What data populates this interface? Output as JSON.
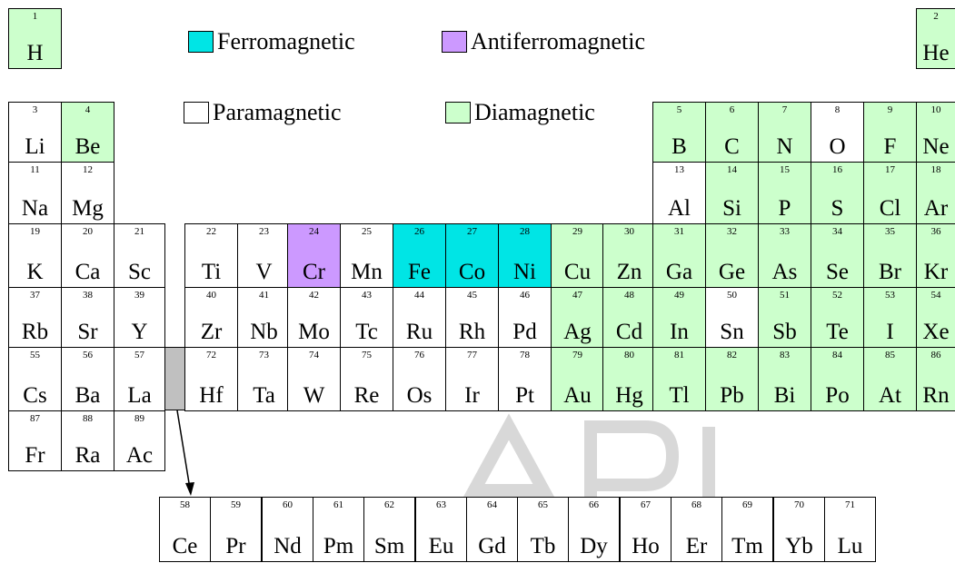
{
  "colors": {
    "ferromagnetic": "#00e5e5",
    "antiferromagnetic": "#cc99ff",
    "paramagnetic": "#ffffff",
    "diamagnetic": "#ccffcc",
    "gap": "#c0c0c0"
  },
  "legend": [
    {
      "label": "Ferromagnetic",
      "type": "ferromagnetic"
    },
    {
      "label": "Antiferromagnetic",
      "type": "antiferromagnetic"
    },
    {
      "label": "Paramagnetic",
      "type": "paramagnetic"
    },
    {
      "label": "Diamagnetic",
      "type": "diamagnetic"
    }
  ],
  "elements": [
    {
      "z": "1",
      "symbol": "H",
      "period": 1,
      "group": 1,
      "type": "diamagnetic"
    },
    {
      "z": "2",
      "symbol": "He",
      "period": 1,
      "group": 18,
      "type": "diamagnetic"
    },
    {
      "z": "3",
      "symbol": "Li",
      "period": 2,
      "group": 1,
      "type": "paramagnetic"
    },
    {
      "z": "4",
      "symbol": "Be",
      "period": 2,
      "group": 2,
      "type": "diamagnetic"
    },
    {
      "z": "5",
      "symbol": "B",
      "period": 2,
      "group": 13,
      "type": "diamagnetic"
    },
    {
      "z": "6",
      "symbol": "C",
      "period": 2,
      "group": 14,
      "type": "diamagnetic"
    },
    {
      "z": "7",
      "symbol": "N",
      "period": 2,
      "group": 15,
      "type": "diamagnetic"
    },
    {
      "z": "8",
      "symbol": "O",
      "period": 2,
      "group": 16,
      "type": "paramagnetic"
    },
    {
      "z": "9",
      "symbol": "F",
      "period": 2,
      "group": 17,
      "type": "diamagnetic"
    },
    {
      "z": "10",
      "symbol": "Ne",
      "period": 2,
      "group": 18,
      "type": "diamagnetic"
    },
    {
      "z": "11",
      "symbol": "Na",
      "period": 3,
      "group": 1,
      "type": "paramagnetic"
    },
    {
      "z": "12",
      "symbol": "Mg",
      "period": 3,
      "group": 2,
      "type": "paramagnetic"
    },
    {
      "z": "13",
      "symbol": "Al",
      "period": 3,
      "group": 13,
      "type": "paramagnetic"
    },
    {
      "z": "14",
      "symbol": "Si",
      "period": 3,
      "group": 14,
      "type": "diamagnetic"
    },
    {
      "z": "15",
      "symbol": "P",
      "period": 3,
      "group": 15,
      "type": "diamagnetic"
    },
    {
      "z": "16",
      "symbol": "S",
      "period": 3,
      "group": 16,
      "type": "diamagnetic"
    },
    {
      "z": "17",
      "symbol": "Cl",
      "period": 3,
      "group": 17,
      "type": "diamagnetic"
    },
    {
      "z": "18",
      "symbol": "Ar",
      "period": 3,
      "group": 18,
      "type": "diamagnetic"
    },
    {
      "z": "19",
      "symbol": "K",
      "period": 4,
      "group": 1,
      "type": "paramagnetic"
    },
    {
      "z": "20",
      "symbol": "Ca",
      "period": 4,
      "group": 2,
      "type": "paramagnetic"
    },
    {
      "z": "21",
      "symbol": "Sc",
      "period": 4,
      "group": 3,
      "type": "paramagnetic"
    },
    {
      "z": "22",
      "symbol": "Ti",
      "period": 4,
      "group": 4,
      "type": "paramagnetic"
    },
    {
      "z": "23",
      "symbol": "V",
      "period": 4,
      "group": 5,
      "type": "paramagnetic"
    },
    {
      "z": "24",
      "symbol": "Cr",
      "period": 4,
      "group": 6,
      "type": "antiferromagnetic"
    },
    {
      "z": "25",
      "symbol": "Mn",
      "period": 4,
      "group": 7,
      "type": "paramagnetic"
    },
    {
      "z": "26",
      "symbol": "Fe",
      "period": 4,
      "group": 8,
      "type": "ferromagnetic"
    },
    {
      "z": "27",
      "symbol": "Co",
      "period": 4,
      "group": 9,
      "type": "ferromagnetic"
    },
    {
      "z": "28",
      "symbol": "Ni",
      "period": 4,
      "group": 10,
      "type": "ferromagnetic"
    },
    {
      "z": "29",
      "symbol": "Cu",
      "period": 4,
      "group": 11,
      "type": "diamagnetic"
    },
    {
      "z": "30",
      "symbol": "Zn",
      "period": 4,
      "group": 12,
      "type": "diamagnetic"
    },
    {
      "z": "31",
      "symbol": "Ga",
      "period": 4,
      "group": 13,
      "type": "diamagnetic"
    },
    {
      "z": "32",
      "symbol": "Ge",
      "period": 4,
      "group": 14,
      "type": "diamagnetic"
    },
    {
      "z": "33",
      "symbol": "As",
      "period": 4,
      "group": 15,
      "type": "diamagnetic"
    },
    {
      "z": "34",
      "symbol": "Se",
      "period": 4,
      "group": 16,
      "type": "diamagnetic"
    },
    {
      "z": "35",
      "symbol": "Br",
      "period": 4,
      "group": 17,
      "type": "diamagnetic"
    },
    {
      "z": "36",
      "symbol": "Kr",
      "period": 4,
      "group": 18,
      "type": "diamagnetic"
    },
    {
      "z": "37",
      "symbol": "Rb",
      "period": 5,
      "group": 1,
      "type": "paramagnetic"
    },
    {
      "z": "38",
      "symbol": "Sr",
      "period": 5,
      "group": 2,
      "type": "paramagnetic"
    },
    {
      "z": "39",
      "symbol": "Y",
      "period": 5,
      "group": 3,
      "type": "paramagnetic"
    },
    {
      "z": "40",
      "symbol": "Zr",
      "period": 5,
      "group": 4,
      "type": "paramagnetic"
    },
    {
      "z": "41",
      "symbol": "Nb",
      "period": 5,
      "group": 5,
      "type": "paramagnetic"
    },
    {
      "z": "42",
      "symbol": "Mo",
      "period": 5,
      "group": 6,
      "type": "paramagnetic"
    },
    {
      "z": "43",
      "symbol": "Tc",
      "period": 5,
      "group": 7,
      "type": "paramagnetic"
    },
    {
      "z": "44",
      "symbol": "Ru",
      "period": 5,
      "group": 8,
      "type": "paramagnetic"
    },
    {
      "z": "45",
      "symbol": "Rh",
      "period": 5,
      "group": 9,
      "type": "paramagnetic"
    },
    {
      "z": "46",
      "symbol": "Pd",
      "period": 5,
      "group": 10,
      "type": "paramagnetic"
    },
    {
      "z": "47",
      "symbol": "Ag",
      "period": 5,
      "group": 11,
      "type": "diamagnetic"
    },
    {
      "z": "48",
      "symbol": "Cd",
      "period": 5,
      "group": 12,
      "type": "diamagnetic"
    },
    {
      "z": "49",
      "symbol": "In",
      "period": 5,
      "group": 13,
      "type": "diamagnetic"
    },
    {
      "z": "50",
      "symbol": "Sn",
      "period": 5,
      "group": 14,
      "type": "paramagnetic"
    },
    {
      "z": "51",
      "symbol": "Sb",
      "period": 5,
      "group": 15,
      "type": "diamagnetic"
    },
    {
      "z": "52",
      "symbol": "Te",
      "period": 5,
      "group": 16,
      "type": "diamagnetic"
    },
    {
      "z": "53",
      "symbol": "I",
      "period": 5,
      "group": 17,
      "type": "diamagnetic"
    },
    {
      "z": "54",
      "symbol": "Xe",
      "period": 5,
      "group": 18,
      "type": "diamagnetic"
    },
    {
      "z": "55",
      "symbol": "Cs",
      "period": 6,
      "group": 1,
      "type": "paramagnetic"
    },
    {
      "z": "56",
      "symbol": "Ba",
      "period": 6,
      "group": 2,
      "type": "paramagnetic"
    },
    {
      "z": "57",
      "symbol": "La",
      "period": 6,
      "group": 3,
      "type": "paramagnetic"
    },
    {
      "z": "72",
      "symbol": "Hf",
      "period": 6,
      "group": 4,
      "type": "paramagnetic"
    },
    {
      "z": "73",
      "symbol": "Ta",
      "period": 6,
      "group": 5,
      "type": "paramagnetic"
    },
    {
      "z": "74",
      "symbol": "W",
      "period": 6,
      "group": 6,
      "type": "paramagnetic"
    },
    {
      "z": "75",
      "symbol": "Re",
      "period": 6,
      "group": 7,
      "type": "paramagnetic"
    },
    {
      "z": "76",
      "symbol": "Os",
      "period": 6,
      "group": 8,
      "type": "paramagnetic"
    },
    {
      "z": "77",
      "symbol": "Ir",
      "period": 6,
      "group": 9,
      "type": "paramagnetic"
    },
    {
      "z": "78",
      "symbol": "Pt",
      "period": 6,
      "group": 10,
      "type": "paramagnetic"
    },
    {
      "z": "79",
      "symbol": "Au",
      "period": 6,
      "group": 11,
      "type": "diamagnetic"
    },
    {
      "z": "80",
      "symbol": "Hg",
      "period": 6,
      "group": 12,
      "type": "diamagnetic"
    },
    {
      "z": "81",
      "symbol": "Tl",
      "period": 6,
      "group": 13,
      "type": "diamagnetic"
    },
    {
      "z": "82",
      "symbol": "Pb",
      "period": 6,
      "group": 14,
      "type": "diamagnetic"
    },
    {
      "z": "83",
      "symbol": "Bi",
      "period": 6,
      "group": 15,
      "type": "diamagnetic"
    },
    {
      "z": "84",
      "symbol": "Po",
      "period": 6,
      "group": 16,
      "type": "diamagnetic"
    },
    {
      "z": "85",
      "symbol": "At",
      "period": 6,
      "group": 17,
      "type": "diamagnetic"
    },
    {
      "z": "86",
      "symbol": "Rn",
      "period": 6,
      "group": 18,
      "type": "diamagnetic"
    },
    {
      "z": "87",
      "symbol": "Fr",
      "period": 7,
      "group": 1,
      "type": "paramagnetic"
    },
    {
      "z": "88",
      "symbol": "Ra",
      "period": 7,
      "group": 2,
      "type": "paramagnetic"
    },
    {
      "z": "89",
      "symbol": "Ac",
      "period": 7,
      "group": 3,
      "type": "paramagnetic"
    }
  ],
  "lanthanides": [
    {
      "z": "58",
      "symbol": "Ce",
      "type": "paramagnetic"
    },
    {
      "z": "59",
      "symbol": "Pr",
      "type": "paramagnetic"
    },
    {
      "z": "60",
      "symbol": "Nd",
      "type": "paramagnetic"
    },
    {
      "z": "61",
      "symbol": "Pm",
      "type": "paramagnetic"
    },
    {
      "z": "62",
      "symbol": "Sm",
      "type": "paramagnetic"
    },
    {
      "z": "63",
      "symbol": "Eu",
      "type": "paramagnetic"
    },
    {
      "z": "64",
      "symbol": "Gd",
      "type": "paramagnetic"
    },
    {
      "z": "65",
      "symbol": "Tb",
      "type": "paramagnetic"
    },
    {
      "z": "66",
      "symbol": "Dy",
      "type": "paramagnetic"
    },
    {
      "z": "67",
      "symbol": "Ho",
      "type": "paramagnetic"
    },
    {
      "z": "68",
      "symbol": "Er",
      "type": "paramagnetic"
    },
    {
      "z": "69",
      "symbol": "Tm",
      "type": "paramagnetic"
    },
    {
      "z": "70",
      "symbol": "Yb",
      "type": "paramagnetic"
    },
    {
      "z": "71",
      "symbol": "Lu",
      "type": "paramagnetic"
    }
  ]
}
